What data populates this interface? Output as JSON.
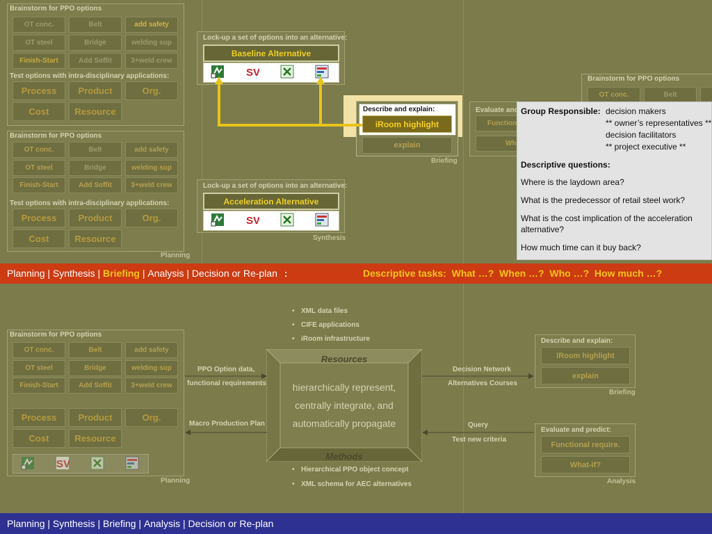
{
  "brainstorm_header": "Brainstorm for PPO options",
  "grid": [
    [
      "OT conc.",
      "Belt",
      "add safety"
    ],
    [
      "OT steel",
      "Bridge",
      "welding sup"
    ],
    [
      "Finish-Start",
      "Add Soffit",
      "3+weld crew"
    ]
  ],
  "test_label": "Test options with intra-disciplinary applications:",
  "big_cells": [
    [
      "Process",
      "Product",
      "Org."
    ],
    [
      "Cost",
      "Resource"
    ]
  ],
  "planning_label": "Planning",
  "synthesis_label": "Synthesis",
  "briefing_label": "Briefing",
  "analysis_label": "Analysis",
  "lockup_header": "Lock-up a set of options into an alternative:",
  "baseline_title": "Baseline Alternative",
  "acceleration_title": "Acceleration Alternative",
  "describe_header": "Describe and explain:",
  "iroom_highlight": "iRoom highlight",
  "explain": "explain",
  "evaluate_header": "Evaluate and predict:",
  "evaluate_partial": "Evaluate and",
  "functional_partial": "Function",
  "wh_partial": "Wh",
  "functional_require": "Functional require.",
  "what_if": "What-if?",
  "ot_conc_partial": "OT conc.",
  "belt_partial": "Belt",
  "popup": {
    "group_label": "Group Responsible:",
    "group_values": [
      "decision makers",
      "** owner’s representatives **",
      "decision facilitators",
      "** project executive **"
    ],
    "desc_label": "Descriptive questions:",
    "questions": [
      "Where is the laydown area?",
      "What is the predecessor of retail steel work?",
      "What is the cost implication of the acceleration",
      "alternative?",
      "How much time can it buy back?"
    ]
  },
  "top_bar": {
    "items": [
      "Planning",
      "Synthesis",
      "Briefing",
      "Analysis",
      "Decision or Re-plan"
    ],
    "sep": " | ",
    "colon": ":",
    "tasks": "Descriptive tasks:  What …?  When …?  Who …?  How much …?"
  },
  "resources_bullets": [
    "XML data files",
    "CIFE applications",
    "iRoom infrastructure"
  ],
  "resources_title": "Resources",
  "methods_title": "Methods",
  "methods_bullets": [
    "Hierarchical PPO object concept",
    "XML schema for AEC alternatives"
  ],
  "center_lines": [
    "hierarchically represent,",
    "centrally integrate, and",
    "automatically propagate"
  ],
  "ppo_label": [
    "PPO Option data,",
    "functional requirements"
  ],
  "macro_label": "Macro Production Plan",
  "network_label": [
    "Decision Network",
    "Alternatives Courses"
  ],
  "query_label": [
    "Query",
    "Test new criteria"
  ],
  "bottom_bar": {
    "items": [
      "Planning",
      "Synthesis",
      "Briefing",
      "Analysis",
      "Decision or Re-plan"
    ],
    "sep": " | "
  },
  "colors": {
    "yellow_bar": "#e8c41a",
    "red_bar": "#cc3b12",
    "blue_bar": "#2e3191",
    "highlight": "#f2e2a6",
    "olive": "#7b7b4c"
  },
  "icons": [
    "project-icon",
    "sv-schedule-icon",
    "excel-icon",
    "chart-tool-icon"
  ]
}
